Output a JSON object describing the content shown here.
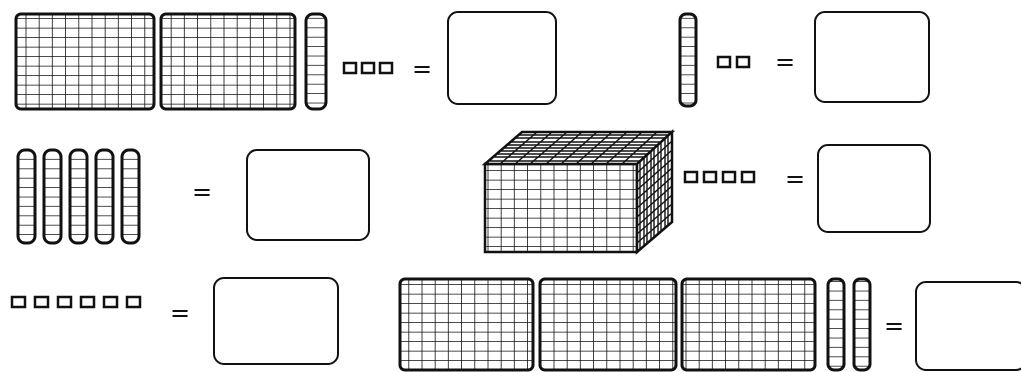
{
  "equals_sign": "=",
  "problems": [
    {
      "hundreds": 2,
      "tens": 1,
      "ones": 3,
      "answer": ""
    },
    {
      "hundreds": 0,
      "tens": 1,
      "ones": 2,
      "answer": ""
    },
    {
      "hundreds": 0,
      "tens": 5,
      "ones": 0,
      "answer": ""
    },
    {
      "thousands": 1,
      "ones": 4,
      "answer": ""
    },
    {
      "hundreds": 0,
      "tens": 0,
      "ones": 6,
      "answer": ""
    },
    {
      "hundreds": 3,
      "tens": 2,
      "ones": 0,
      "answer": ""
    }
  ]
}
